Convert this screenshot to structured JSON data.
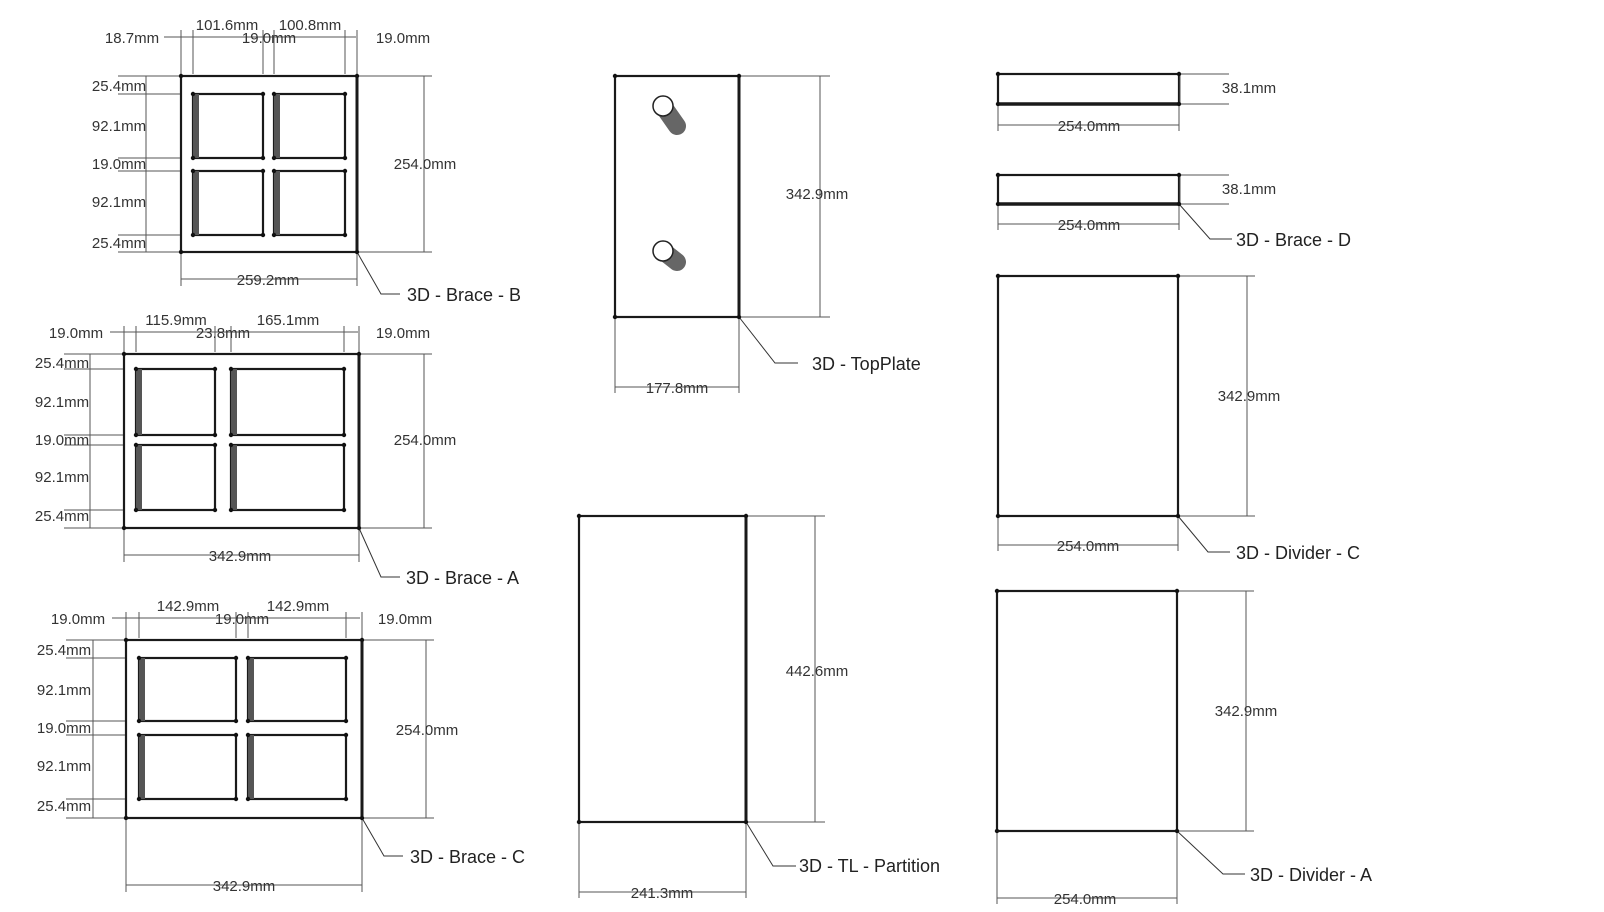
{
  "parts": {
    "brace_b": {
      "label": "3D - Brace - B",
      "top": [
        "18.7mm",
        "101.6mm",
        "19.0mm",
        "100.8mm",
        "19.0mm"
      ],
      "left": [
        "25.4mm",
        "92.1mm",
        "19.0mm",
        "92.1mm",
        "25.4mm"
      ],
      "height": "254.0mm",
      "width": "259.2mm"
    },
    "brace_a": {
      "label": "3D - Brace - A",
      "top": [
        "19.0mm",
        "115.9mm",
        "23.8mm",
        "165.1mm",
        "19.0mm"
      ],
      "left": [
        "25.4mm",
        "92.1mm",
        "19.0mm",
        "92.1mm",
        "25.4mm"
      ],
      "height": "254.0mm",
      "width": "342.9mm"
    },
    "brace_c": {
      "label": "3D - Brace - C",
      "top": [
        "19.0mm",
        "142.9mm",
        "19.0mm",
        "142.9mm",
        "19.0mm"
      ],
      "left": [
        "25.4mm",
        "92.1mm",
        "19.0mm",
        "92.1mm",
        "25.4mm"
      ],
      "height": "254.0mm",
      "width": "342.9mm"
    },
    "topplate": {
      "label": "3D - TopPlate",
      "height": "342.9mm",
      "width": "177.8mm"
    },
    "tl_partition": {
      "label": "3D - TL - Partition",
      "height": "442.6mm",
      "width": "241.3mm"
    },
    "brace_d": {
      "label": "3D - Brace - D",
      "height_top": "38.1mm",
      "width_top": "254.0mm",
      "height_bottom": "38.1mm",
      "width_bottom": "254.0mm"
    },
    "divider_c": {
      "label": "3D - Divider - C",
      "height": "342.9mm",
      "width": "254.0mm"
    },
    "divider_a": {
      "label": "3D - Divider - A",
      "height": "342.9mm",
      "width": "254.0mm"
    }
  }
}
